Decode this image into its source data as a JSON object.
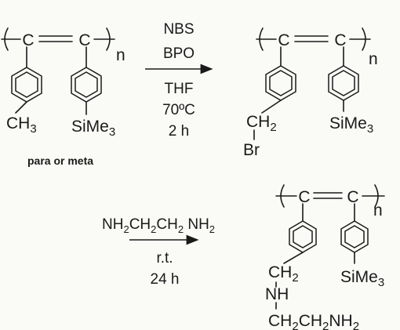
{
  "labels": {
    "C": "C",
    "n": "n",
    "CH3": "CH3",
    "CH2": "CH2",
    "Br": "Br",
    "NH": "NH",
    "SiMe3": "SiMe3",
    "CH2CH2NH2": "CH2CH2NH2",
    "para_or_meta": "para or meta"
  },
  "step1": {
    "reagent_1": "NBS",
    "reagent_2": "BPO",
    "solvent": "THF",
    "temperature": "70ºC",
    "time": "2 h"
  },
  "step2": {
    "reagent": "NH2CH2CH2NH2",
    "condition": "r.t.",
    "time": "24 h"
  }
}
